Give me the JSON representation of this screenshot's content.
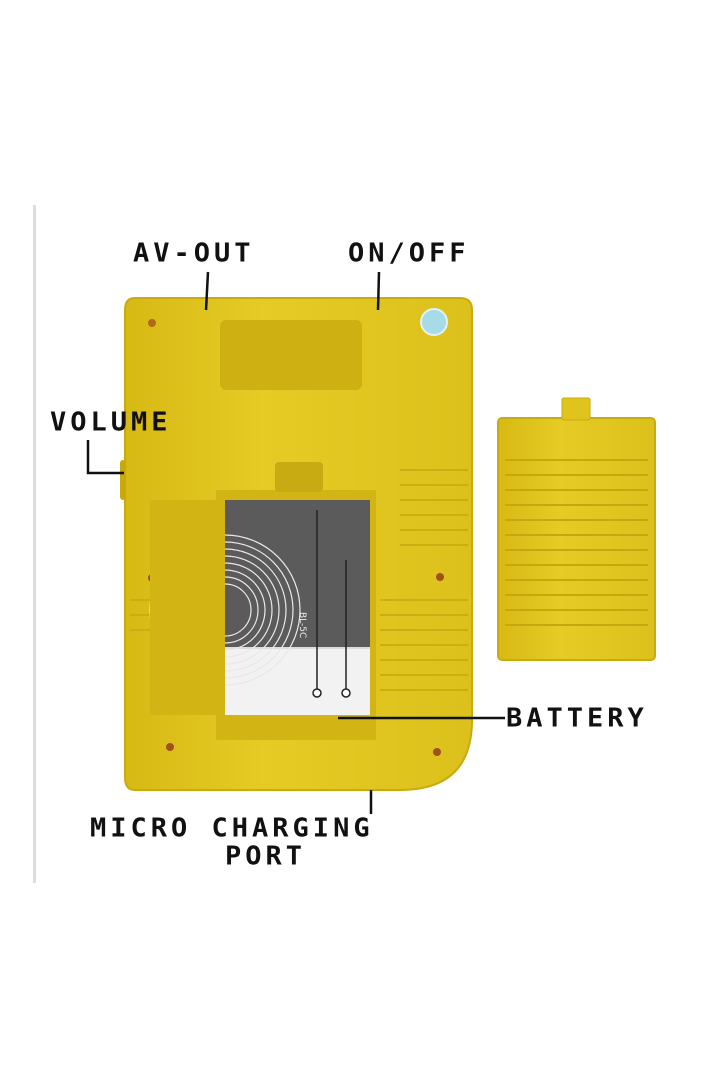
{
  "labels": {
    "av_out": "AV-OUT",
    "on_off": "ON/OFF",
    "volume": "VOLUME",
    "battery": "BATTERY",
    "micro_charging": "MICRO CHARGING",
    "port": "PORT"
  },
  "battery_print": "BL-5C",
  "colors": {
    "body": "#e3c81e",
    "label": "#111111"
  }
}
